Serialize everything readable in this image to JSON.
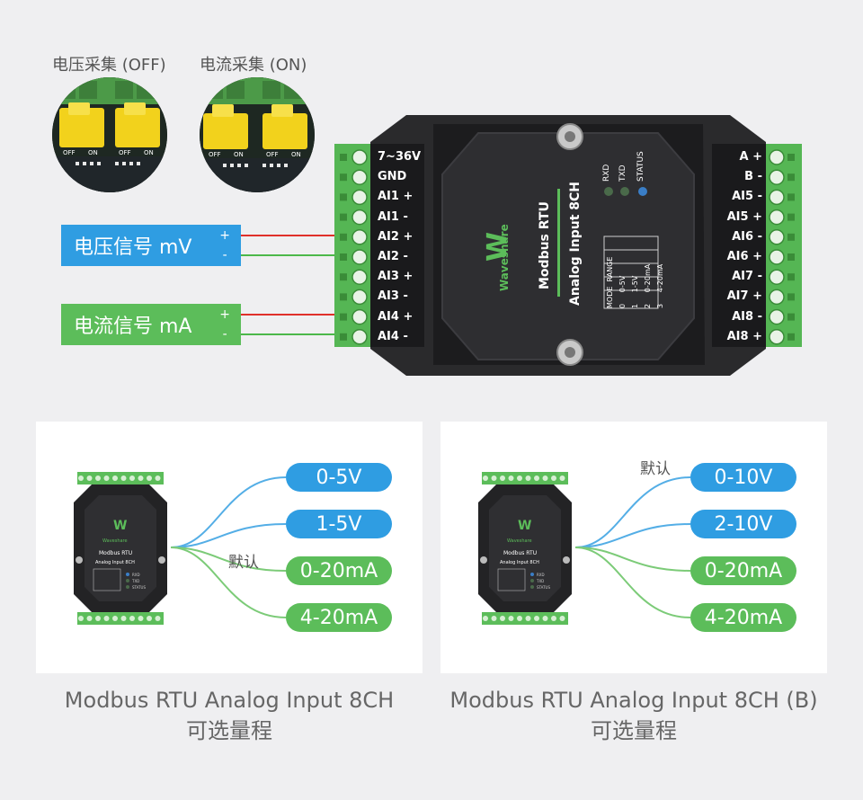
{
  "top": {
    "caption_voltage": "电压采集 (OFF)",
    "caption_current": "电流采集 (ON)",
    "jumper_labels": [
      "OFF",
      "ON",
      "OFF",
      "ON"
    ]
  },
  "signals": {
    "voltage_label": "电压信号 mV",
    "current_label": "电流信号 mA",
    "plus": "+",
    "minus": "-",
    "voltage_color": "#2f9de2",
    "current_color": "#5cbd5a"
  },
  "device": {
    "left_pins": [
      "7~36V",
      "GND",
      "AI1 +",
      "AI1 -",
      "AI2 +",
      "AI2 -",
      "AI3 +",
      "AI3 -",
      "AI4 +",
      "AI4 -"
    ],
    "right_pins": [
      "A +",
      "B -",
      "AI5 -",
      "AI5 +",
      "AI6 -",
      "AI6 +",
      "AI7 -",
      "AI7 +",
      "AI8 -",
      "AI8 +"
    ],
    "brand": "Waveshare",
    "title_line1": "Modbus RTU",
    "title_line2": "Analog Input 8CH",
    "leds": [
      "RXD",
      "TXD",
      "STATUS"
    ],
    "table_header": [
      "MODE",
      "RANGE"
    ],
    "table_rows": [
      [
        "0",
        "0-5V"
      ],
      [
        "1",
        "1-5V"
      ],
      [
        "2",
        "0-20mA"
      ],
      [
        "3",
        "4-20mA"
      ]
    ]
  },
  "panels": [
    {
      "ranges": [
        "0-5V",
        "1-5V",
        "0-20mA",
        "4-20mA"
      ],
      "pill_colors": [
        "blue",
        "blue",
        "green",
        "green"
      ],
      "default_note": "默认",
      "default_index": 2,
      "caption_line1": "Modbus RTU Analog Input 8CH",
      "caption_line2": "可选量程"
    },
    {
      "ranges": [
        "0-10V",
        "2-10V",
        "0-20mA",
        "4-20mA"
      ],
      "pill_colors": [
        "blue",
        "blue",
        "green",
        "green"
      ],
      "default_note": "默认",
      "default_index": 0,
      "caption_line1": "Modbus RTU Analog Input 8CH (B)",
      "caption_line2": "可选量程"
    }
  ],
  "mini": {
    "brand": "Waveshare",
    "title_line1": "Modbus RTU",
    "title_line2": "Analog Input 8CH",
    "leds": [
      "RXD",
      "TXD",
      "STATUS"
    ]
  }
}
